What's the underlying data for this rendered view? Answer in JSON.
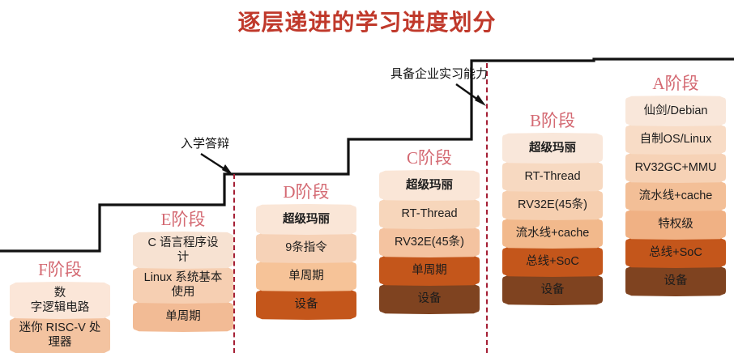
{
  "title": "逐层递进的学习进度划分",
  "theme": {
    "title_color": "#c0392b",
    "stage_label_color": "#d46a73",
    "stair_color": "#111111",
    "divider_color": "#a51f35"
  },
  "annotations": [
    {
      "id": "annot-1",
      "text": "入学答辩"
    },
    {
      "id": "annot-2",
      "text": "具备企业实习能力"
    }
  ],
  "stages": [
    {
      "key": "F",
      "label": "F阶段",
      "blocks": [
        {
          "text": "数\n字逻辑电路",
          "color": "#fbe6d8",
          "lines": 2,
          "bold": false
        },
        {
          "text": "迷你 RISC-V 处\n理器",
          "color": "#f3c3a0",
          "lines": 2,
          "bold": false
        }
      ]
    },
    {
      "key": "E",
      "label": "E阶段",
      "blocks": [
        {
          "text": "C 语言程序设\n计",
          "color": "#f7e2d2",
          "lines": 2,
          "bold": false
        },
        {
          "text": "Linux 系统基本\n使用",
          "color": "#f6cfb2",
          "lines": 2,
          "bold": false
        },
        {
          "text": "单周期",
          "color": "#f2bb95",
          "lines": 1,
          "bold": false
        }
      ]
    },
    {
      "key": "D",
      "label": "D阶段",
      "blocks": [
        {
          "text": "超级玛丽",
          "color": "#fae6d7",
          "lines": 1,
          "bold": true
        },
        {
          "text": "9条指令",
          "color": "#f6d2b7",
          "lines": 1,
          "bold": false
        },
        {
          "text": "单周期",
          "color": "#f6c398",
          "lines": 1,
          "bold": false
        },
        {
          "text": "设备",
          "color": "#c4561b",
          "lines": 1,
          "bold": false
        }
      ]
    },
    {
      "key": "C",
      "label": "C阶段",
      "blocks": [
        {
          "text": "超级玛丽",
          "color": "#fae6d7",
          "lines": 1,
          "bold": true
        },
        {
          "text": "RT-Thread",
          "color": "#f7d6bb",
          "lines": 1,
          "bold": false
        },
        {
          "text": "RV32E(45条)",
          "color": "#f4c3a0",
          "lines": 1,
          "bold": false
        },
        {
          "text": "单周期",
          "color": "#c4561b",
          "lines": 1,
          "bold": false
        },
        {
          "text": "设备",
          "color": "#7f4320",
          "lines": 1,
          "bold": false
        }
      ]
    },
    {
      "key": "B",
      "label": "B阶段",
      "blocks": [
        {
          "text": "超级玛丽",
          "color": "#f9e7da",
          "lines": 1,
          "bold": true
        },
        {
          "text": "RT-Thread",
          "color": "#f7d9c1",
          "lines": 1,
          "bold": false
        },
        {
          "text": "RV32E(45条)",
          "color": "#f6cfb0",
          "lines": 1,
          "bold": false
        },
        {
          "text": "流水线+cache",
          "color": "#f2b98c",
          "lines": 1,
          "bold": false
        },
        {
          "text": "总线+SoC",
          "color": "#c4561b",
          "lines": 1,
          "bold": false
        },
        {
          "text": "设备",
          "color": "#7f4320",
          "lines": 1,
          "bold": false
        }
      ]
    },
    {
      "key": "A",
      "label": "A阶段",
      "blocks": [
        {
          "text": "仙剑/Debian",
          "color": "#f9e7da",
          "lines": 1,
          "bold": false
        },
        {
          "text": "自制OS/Linux",
          "color": "#f8dcc6",
          "lines": 1,
          "bold": false
        },
        {
          "text": "RV32GC+MMU",
          "color": "#f6d2b6",
          "lines": 1,
          "bold": false
        },
        {
          "text": "流水线+cache",
          "color": "#f3bf97",
          "lines": 1,
          "bold": false
        },
        {
          "text": "特权级",
          "color": "#f0b184",
          "lines": 1,
          "bold": false
        },
        {
          "text": "总线+SoC",
          "color": "#c4561b",
          "lines": 1,
          "bold": false
        },
        {
          "text": "设备",
          "color": "#7f4320",
          "lines": 1,
          "bold": false
        }
      ]
    }
  ],
  "layout": {
    "stage_x": [
      12,
      164,
      316,
      468,
      620,
      772
    ],
    "stage_top": [
      320,
      258,
      224,
      182,
      136,
      90
    ],
    "divider_x": [
      288,
      600
    ],
    "divider_top": [
      215,
      78
    ]
  }
}
